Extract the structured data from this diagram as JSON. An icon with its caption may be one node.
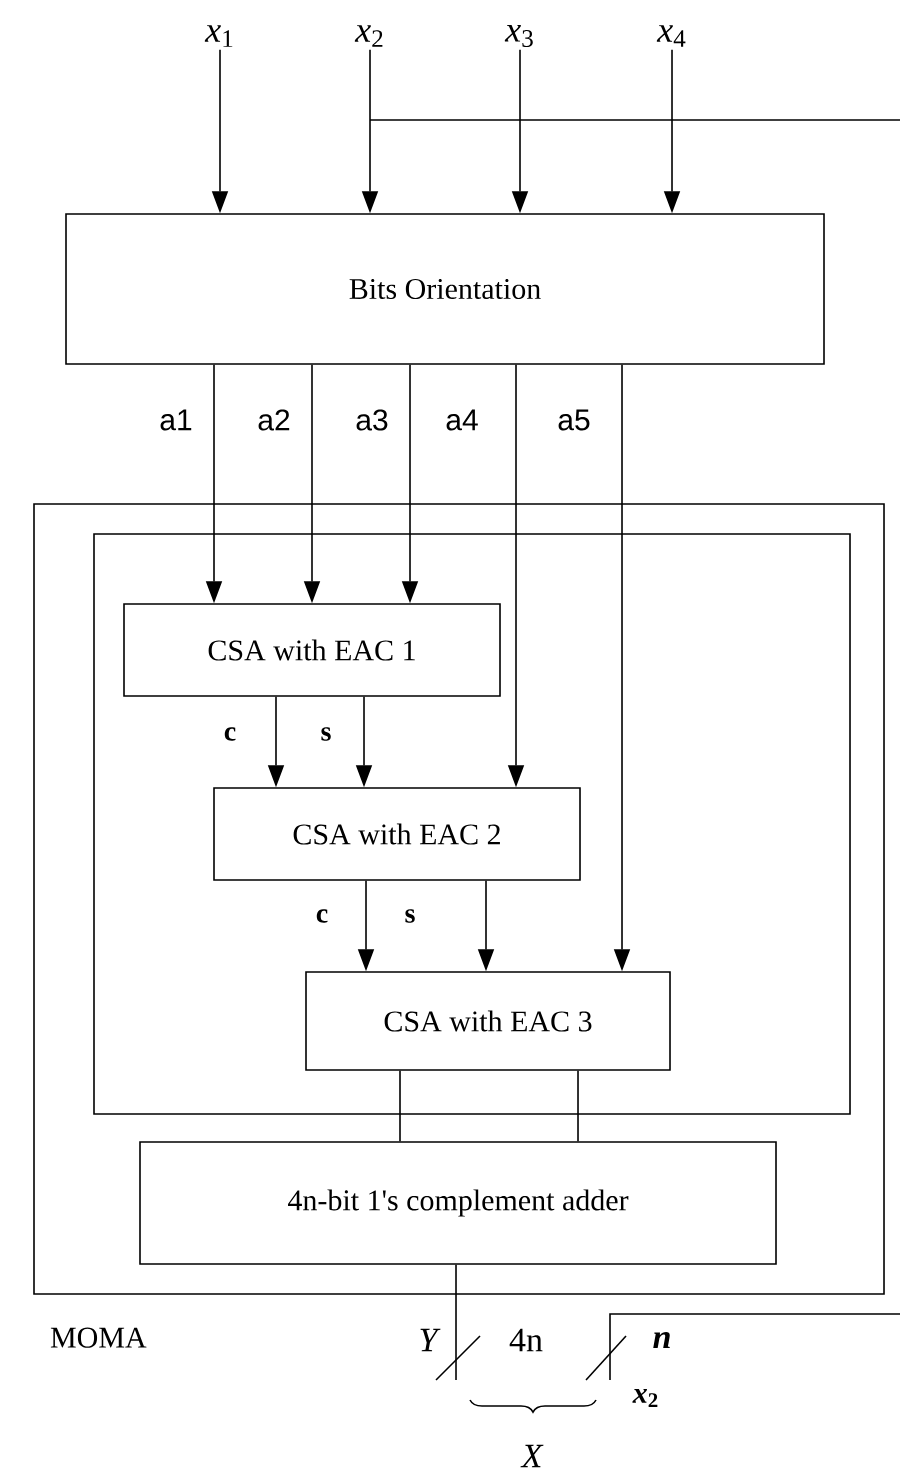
{
  "diagram": {
    "nodes": [
      {
        "text": [
          "*x*$_{1}$"
        ]
      },
      {
        "text": [
          "*x*$_{2}$"
        ]
      },
      {
        "text": [
          "*x*$_{3}$"
        ]
      },
      {
        "text": [
          "*x*$_{4}$"
        ]
      },
      {
        "text": [
          "Bits Orientation"
        ]
      },
      {
        "text": [
          "MOMA"
        ]
      },
      {
        "text": [],
        "shape": "box",
        "in": 5
      },
      {
        "text": [
          "CSA with EAC 1"
        ],
        "in": 6
      },
      {
        "text": [
          "CSA with EAC 2"
        ],
        "in": 6
      },
      {
        "text": [
          "CSA with EAC 3"
        ],
        "in": 6
      },
      {
        "text": [
          "4n-bit 1's complement adder"
        ],
        "in": 5
      }
    ],
    "edges": [
      {
        "from": 0,
        "to": 4,
        "arrow": "to"
      },
      {
        "from": 1,
        "to": 4,
        "arrow": "to"
      },
      {
        "from": 2,
        "to": 4,
        "arrow": "to"
      },
      {
        "from": 3,
        "to": 4,
        "arrow": "to"
      },
      {
        "from": 1,
        "to": null,
        "arrow": "none"
      },
      {
        "from": 4,
        "to": 7,
        "arrow": "to",
        "label": "a1"
      },
      {
        "from": 4,
        "to": 7,
        "arrow": "to",
        "label": "a2"
      },
      {
        "from": 4,
        "to": 7,
        "arrow": "to",
        "label": "a3"
      },
      {
        "from": 4,
        "to": 8,
        "arrow": "to",
        "label": "a4"
      },
      {
        "from": 4,
        "to": 9,
        "arrow": "to",
        "label": "a5"
      },
      {
        "from": 7,
        "to": 8,
        "arrow": "to",
        "label": "c"
      },
      {
        "from": 7,
        "to": 8,
        "arrow": "to",
        "label": "s"
      },
      {
        "from": 8,
        "to": 9,
        "arrow": "to",
        "label": "c"
      },
      {
        "from": 8,
        "to": 9,
        "arrow": "to",
        "label": "s"
      },
      {
        "from": 9,
        "to": 10,
        "arrow": "none"
      },
      {
        "from": 9,
        "to": 10,
        "arrow": "none"
      },
      {
        "from": 10,
        "to": null,
        "arrow": "none"
      }
    ],
    "labels": [
      "Y",
      "4n",
      "n",
      "*x*$_{2}$",
      "X"
    ]
  }
}
